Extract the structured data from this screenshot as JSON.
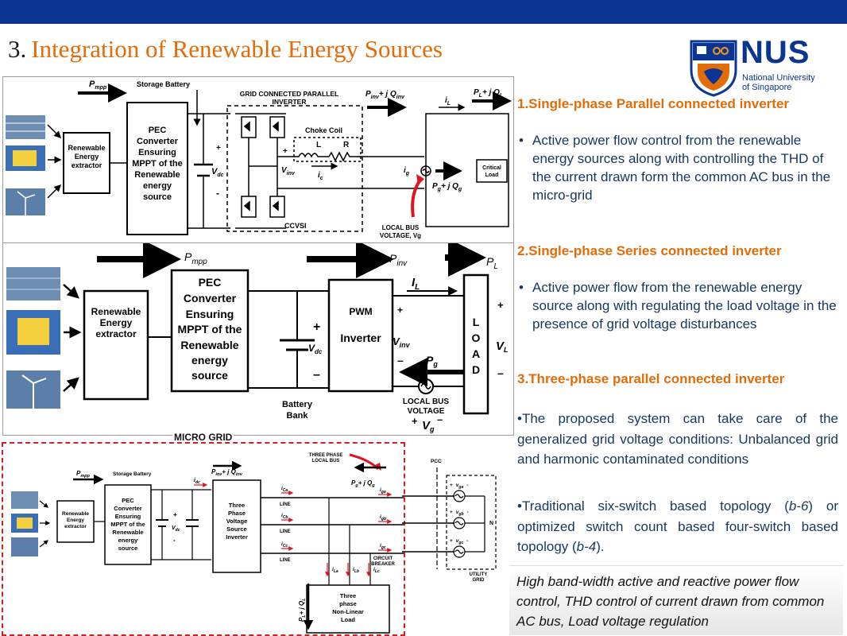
{
  "slide": {
    "number": "3.",
    "title": "Integration of Renewable Energy Sources",
    "colors": {
      "topbar": "#0b3592",
      "title": "#e36c0a",
      "body_text": "#17365d",
      "micro_grid_border": "#d21f1f"
    }
  },
  "logo": {
    "abbr": "NUS",
    "line1": "National University",
    "line2": "of Singapore"
  },
  "diagram1": {
    "p_mpp": "P",
    "p_mpp_sub": "mpp",
    "storage": "Storage Battery",
    "extractor": [
      "Renewable",
      "Energy",
      "extractor"
    ],
    "pec": [
      "PEC",
      "Converter",
      "Ensuring",
      "MPPT of the",
      "Renewable",
      "energy",
      "source"
    ],
    "gcpi": [
      "GRID CONNECTED PARALLEL",
      "INVERTER"
    ],
    "p_inv": "P",
    "p_inv_sub": "inv",
    "p_inv_rest": "+ j Q",
    "p_inv_q_sub": "inv",
    "pl": "P",
    "pl_sub": "L",
    "pl_rest": "+ j Q",
    "pl_q_sub": "L",
    "il": "i",
    "il_sub": "L",
    "choke": "Choke Coil",
    "l": "L",
    "r": "R",
    "vdc": "V",
    "vdc_sub": "dc",
    "vinv": "V",
    "vinv_sub": "inv",
    "ic": "i",
    "ic_sub": "c",
    "ig": "i",
    "ig_sub": "g",
    "pg": "P",
    "pg_sub": "g",
    "pg_rest": "+ j Q",
    "pg_q_sub": "g",
    "critical": [
      "Critical",
      "Load"
    ],
    "ccvsi": "CCVSI",
    "bus": [
      "LOCAL BUS",
      "VOLTAGE, Vg"
    ],
    "plus": "+",
    "minus": "-"
  },
  "diagram2": {
    "p_mpp": "P",
    "p_mpp_sub": "mpp",
    "p_inv": "P",
    "p_inv_sub": "inv",
    "pl": "P",
    "pl_sub": "L",
    "extractor": [
      "Renewable",
      "Energy",
      "extractor"
    ],
    "pec": [
      "PEC",
      "Converter",
      "Ensuring",
      "MPPT of the",
      "Renewable",
      "energy",
      "source"
    ],
    "pwm": "PWM",
    "inverter": "Inverter",
    "vinv": "V",
    "vinv_sub": "inv",
    "vdc": "V",
    "vdc_sub": "dc",
    "il": "I",
    "il_sub": "L",
    "pg": "P",
    "pg_sub": "g",
    "load": [
      "L",
      "O",
      "A",
      "D"
    ],
    "vl": "V",
    "vl_sub": "L",
    "battery": [
      "Battery",
      "Bank"
    ],
    "bus": [
      "LOCAL BUS",
      "VOLTAGE"
    ],
    "vg": "V",
    "vg_sub": "g",
    "plus": "+",
    "minus": "–"
  },
  "diagram3": {
    "micro_grid": "MICRO GRID",
    "p_mpp": "P",
    "p_mpp_sub": "mpp",
    "storage": "Storage Battery",
    "p_inv": "P",
    "p_inv_sub": "inv",
    "p_inv_rest": "+ j Q",
    "p_inv_q_sub": "inv",
    "three_phase_bus": [
      "THREE PHASE",
      "LOCAL BUS"
    ],
    "pcc": "PCC",
    "pg": "P",
    "pg_sub": "g",
    "pg_rest": "+ j Q",
    "pg_q_sub": "g",
    "extractor": [
      "Renewable",
      "Energy",
      "extractor"
    ],
    "pec": [
      "PEC",
      "Converter",
      "Ensuring",
      "MPPT of the",
      "Renewable",
      "energy",
      "source"
    ],
    "idc": "i",
    "idc_sub": "dc",
    "vdc": "V",
    "vdc_sub": "dc",
    "vsi": [
      "Three",
      "Phase",
      "Voltage",
      "Source",
      "Inverter"
    ],
    "line": "LINE",
    "ica": "i",
    "ica_sub": "Ca",
    "icb": "i",
    "icb_sub": "Cb",
    "icc": "i",
    "icc_sub": "Cc",
    "iga": "i",
    "iga_sub": "ga",
    "igb": "i",
    "igb_sub": "gb",
    "igc": "i",
    "igc_sub": "gc",
    "ila": "i",
    "ila_sub": "La",
    "ilb": "i",
    "ilb_sub": "Lb",
    "ilc": "i",
    "ilc_sub": "Lc",
    "vga": "v",
    "vga_sub": "ga",
    "vgb": "v",
    "vgb_sub": "gb",
    "vgc": "v",
    "vgc_sub": "gc",
    "n": "N",
    "breaker": [
      "CIRCUIT",
      "BREAKER"
    ],
    "utility": [
      "UTILITY",
      "GRID"
    ],
    "load": [
      "Three",
      "phase",
      "Non-Linear",
      "Load"
    ],
    "pl_q": "P",
    "pl_q_sub": "L",
    "pl_q_rest": "+ j Q",
    "pl_q_q_sub": "L",
    "plus": "+",
    "minus": "-"
  },
  "right": {
    "h1": "1.Single-phase  Parallel connected inverter",
    "b1": "Active power flow control from the renewable energy sources along with controlling the THD of the current drawn form the common AC bus in the micro-grid",
    "h2": "2.Single-phase  Series connected inverter",
    "b2": "Active power flow from the renewable energy source along with regulating the load voltage in the presence of grid voltage disturbances",
    "h3": "3.Three-phase parallel connected inverter",
    "b3": "•The proposed system can take care of the generalized grid voltage conditions: Unbalanced grid and harmonic contaminated conditions",
    "b4_pre": "•Traditional six-switch based topology (",
    "b4_i1": "b-6",
    "b4_mid": ") or optimized switch count based four-switch based topology (",
    "b4_i2": "b-4",
    "b4_post": ").",
    "bullet": "•"
  },
  "summary": "High band-width active and reactive power flow control, THD control of current drawn from common AC bus, Load voltage regulation"
}
